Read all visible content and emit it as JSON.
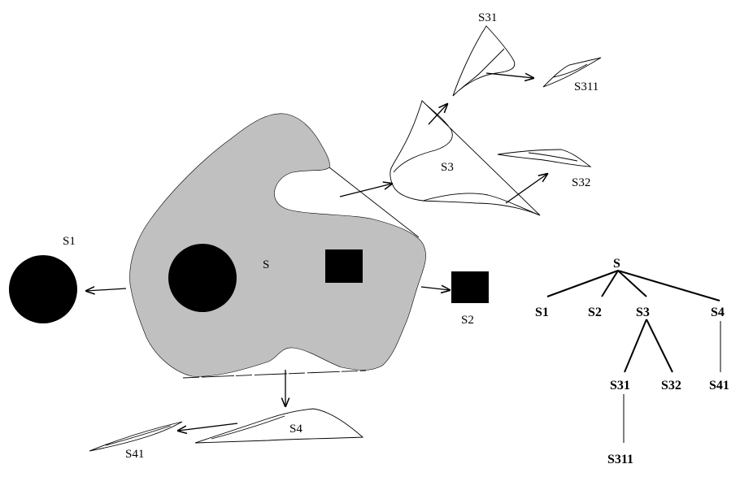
{
  "diagram": {
    "labels": {
      "s": "S",
      "s1": "S1",
      "s2": "S2",
      "s3": "S3",
      "s4": "S4",
      "s31": "S31",
      "s32": "S32",
      "s41": "S41",
      "s311": "S311"
    },
    "tree": {
      "root": "S",
      "s1": "S1",
      "s2": "S2",
      "s3": "S3",
      "s4": "S4",
      "s31": "S31",
      "s32": "S32",
      "s41": "S41",
      "s311": "S311"
    },
    "colors": {
      "region_fill": "#c0c0c0",
      "solid_fill": "#000000",
      "stroke": "#000000",
      "background": "#ffffff"
    }
  }
}
